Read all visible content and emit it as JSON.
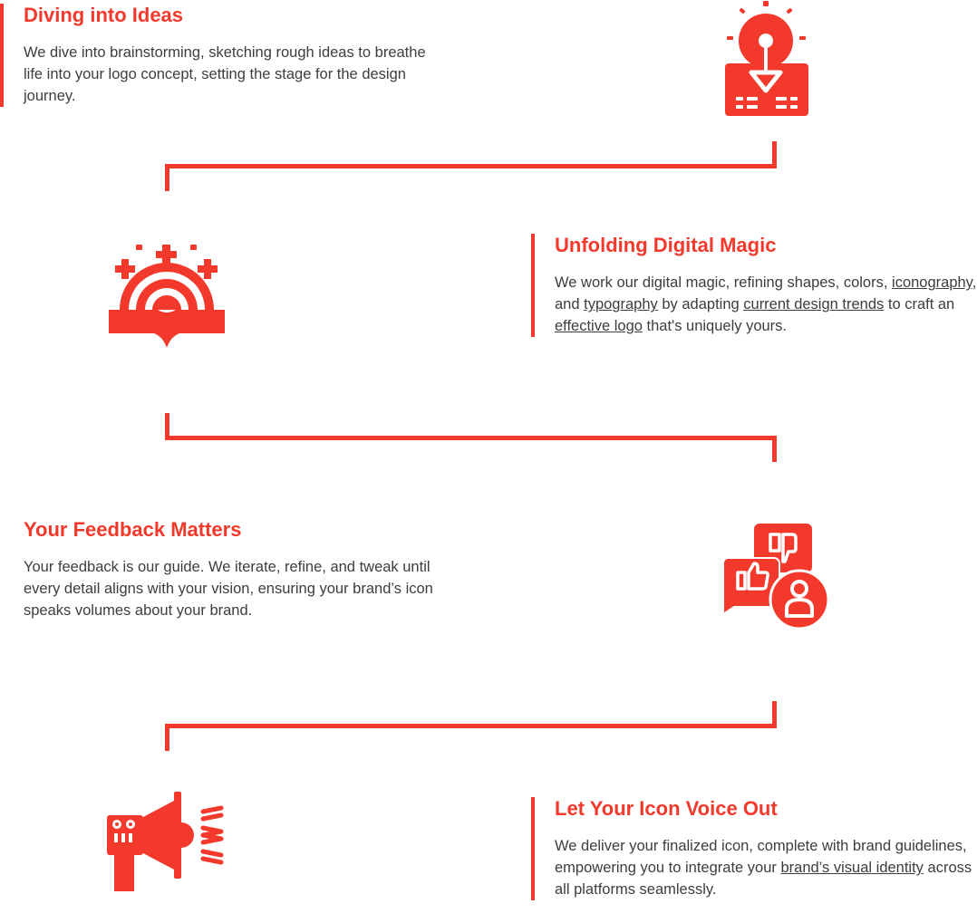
{
  "colors": {
    "accent": "#f2392b",
    "text": "#3d3d3d"
  },
  "steps": [
    {
      "title": "Diving into Ideas",
      "text": "We dive into brainstorming, sketching rough ideas to breathe life into your logo concept, setting the stage for the design journey.",
      "icon": "lightbulb-icon"
    },
    {
      "title": "Unfolding Digital Magic",
      "text_parts": [
        "We work our digital magic, refining shapes, colors, ",
        "iconography",
        ", and ",
        "typography",
        " by adapting ",
        "current design trends",
        " to craft an ",
        "effective logo",
        " that's uniquely yours."
      ],
      "icon": "book-rainbow-icon"
    },
    {
      "title": "Your Feedback Matters",
      "text": "Your feedback is our guide. We iterate, refine, and tweak until every detail aligns with your vision, ensuring your brand’s icon speaks volumes about your brand.",
      "icon": "feedback-thumbs-icon"
    },
    {
      "title": "Let Your Icon Voice Out",
      "text_parts": [
        "We deliver your finalized icon, complete with brand guidelines, empowering you to integrate your ",
        "brand’s visual identity",
        " across all platforms seamlessly."
      ],
      "icon": "megaphone-icon"
    }
  ]
}
